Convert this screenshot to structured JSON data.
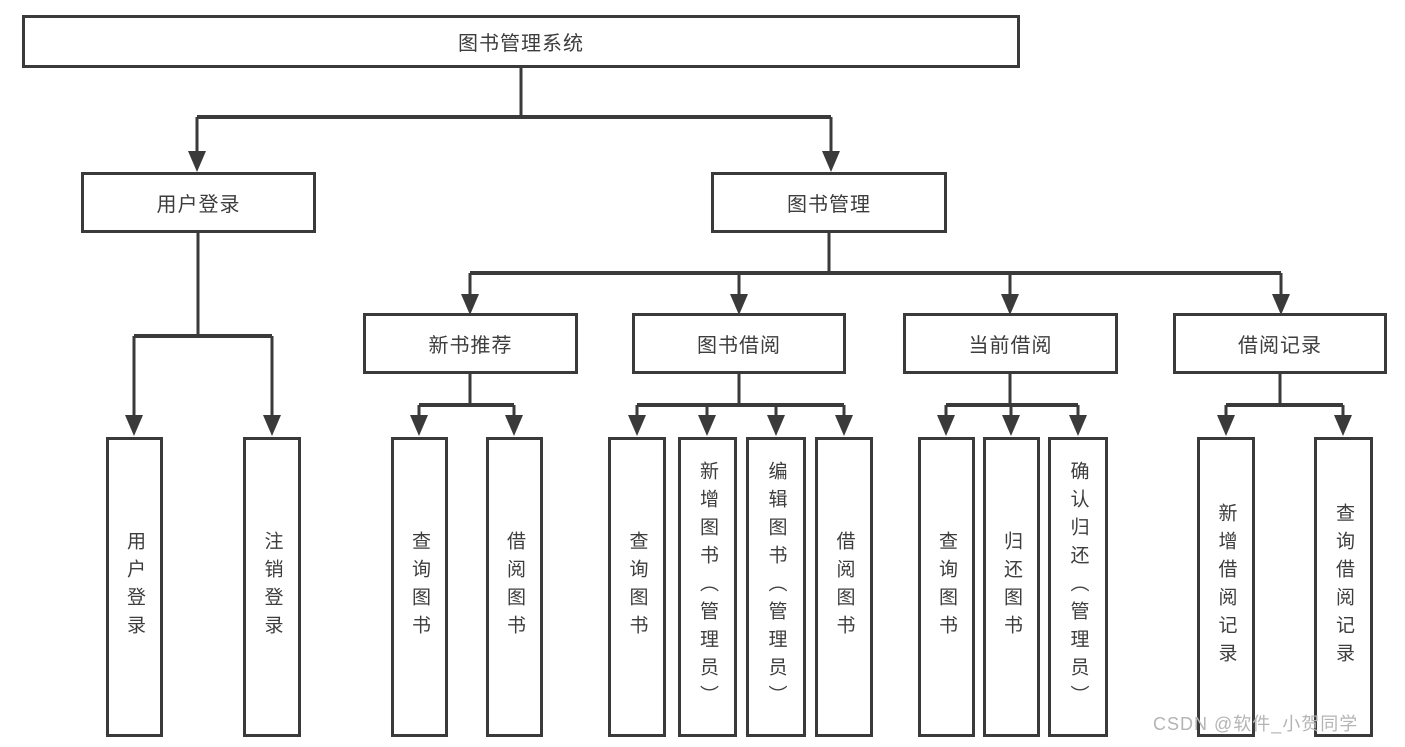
{
  "tree": {
    "root": {
      "label": "图书管理系统"
    },
    "branches": [
      {
        "label": "用户登录",
        "children": [
          {
            "label": "用户登录"
          },
          {
            "label": "注销登录"
          }
        ]
      },
      {
        "label": "图书管理",
        "sections": [
          {
            "label": "新书推荐",
            "children": [
              {
                "label": "查询图书"
              },
              {
                "label": "借阅图书"
              }
            ]
          },
          {
            "label": "图书借阅",
            "children": [
              {
                "label": "查询图书"
              },
              {
                "label": "新增图书（管理员）"
              },
              {
                "label": "编辑图书（管理员）"
              },
              {
                "label": "借阅图书"
              }
            ]
          },
          {
            "label": "当前借阅",
            "children": [
              {
                "label": "查询图书"
              },
              {
                "label": "归还图书"
              },
              {
                "label": "确认归还（管理员）"
              }
            ]
          },
          {
            "label": "借阅记录",
            "children": [
              {
                "label": "新增借阅记录"
              },
              {
                "label": "查询借阅记录"
              }
            ]
          }
        ]
      }
    ]
  },
  "watermark": "CSDN @软件_小贺同学",
  "colors": {
    "line": "#3a3a3a",
    "text": "#3d3d3d",
    "watermark": "#b4b4b4",
    "background": "#ffffff"
  }
}
